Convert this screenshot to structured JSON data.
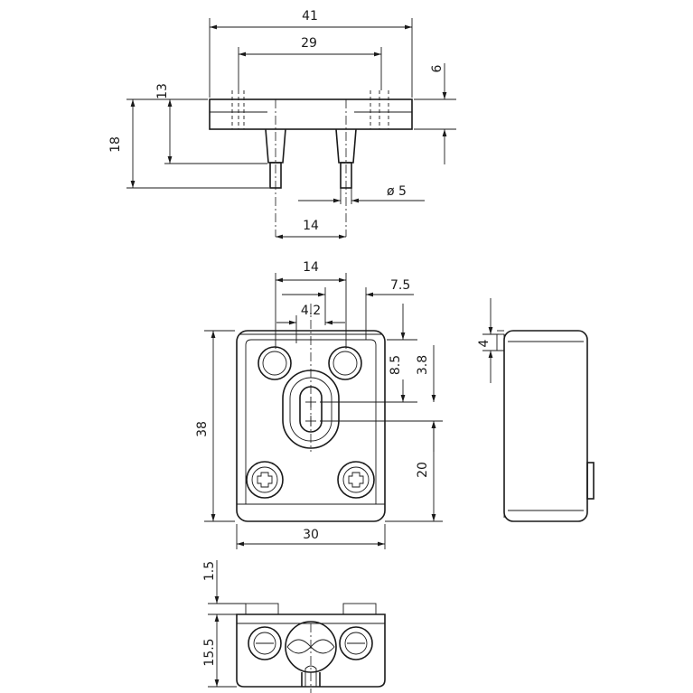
{
  "drawing": {
    "labels": {
      "overall_width": "41",
      "bolt_spacing_top": "29",
      "flange_thickness": "6",
      "flange_offset": "13",
      "total_height": "18",
      "pin_diameter": "ø 5",
      "pin_spacing_side": "14",
      "pin_spacing_front": "14",
      "offset_7_5": "7.5",
      "offset_4_2": "4.2",
      "slot_position": "8.5",
      "slot_width": "3.8",
      "body_height": "38",
      "screw_height": "20",
      "body_width": "30",
      "side_step": "4",
      "bottom_step": "1.5",
      "bottom_height": "15.5"
    }
  }
}
